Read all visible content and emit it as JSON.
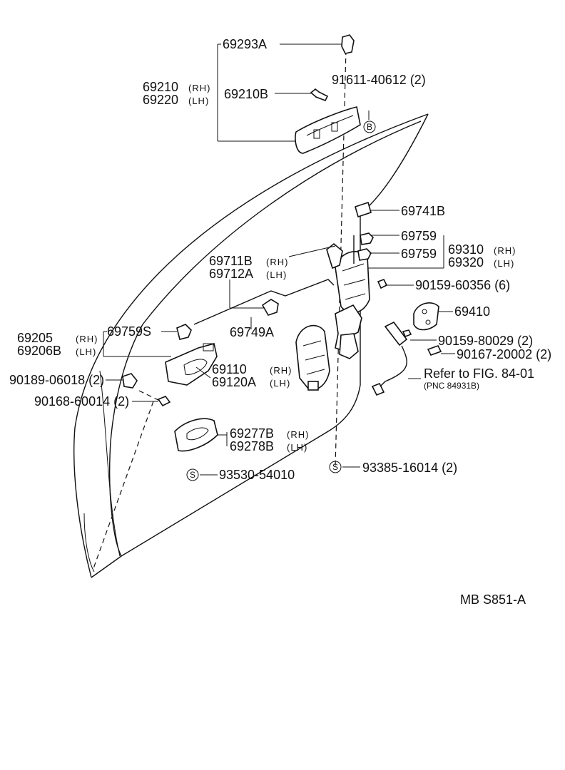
{
  "labels": {
    "p69293a": "69293A",
    "p69210": "69210",
    "p69220": "69220",
    "p69210b": "69210B",
    "p91611": "91611-40612 (2)",
    "p69741b": "69741B",
    "p69759a": "69759",
    "p69759b": "69759",
    "p69310": "69310",
    "p69320": "69320",
    "p69711b": "69711B",
    "p69712a": "69712A",
    "p90159_60356": "90159-60356 (6)",
    "p69410": "69410",
    "p69205": "69205",
    "p69206b": "69206B",
    "p69759s": "69759S",
    "p69749a": "69749A",
    "p90159_80029": "90159-80029 (2)",
    "p90167": "90167-20002 (2)",
    "p69110": "69110",
    "p69120a": "69120A",
    "p90189": "90189-06018 (2)",
    "p90168": "90168-60014 (2)",
    "refer": "Refer to FIG. 84-01",
    "pnc": "(PNC 84931B)",
    "p69277b": "69277B",
    "p69278b": "69278B",
    "p93530": "93530-54010",
    "p93385": "93385-16014 (2)",
    "footer": "MB  S851-A"
  },
  "side": {
    "rh": "(RH)",
    "lh": "(LH)"
  },
  "callouts": {
    "b": "B",
    "s": "S"
  }
}
